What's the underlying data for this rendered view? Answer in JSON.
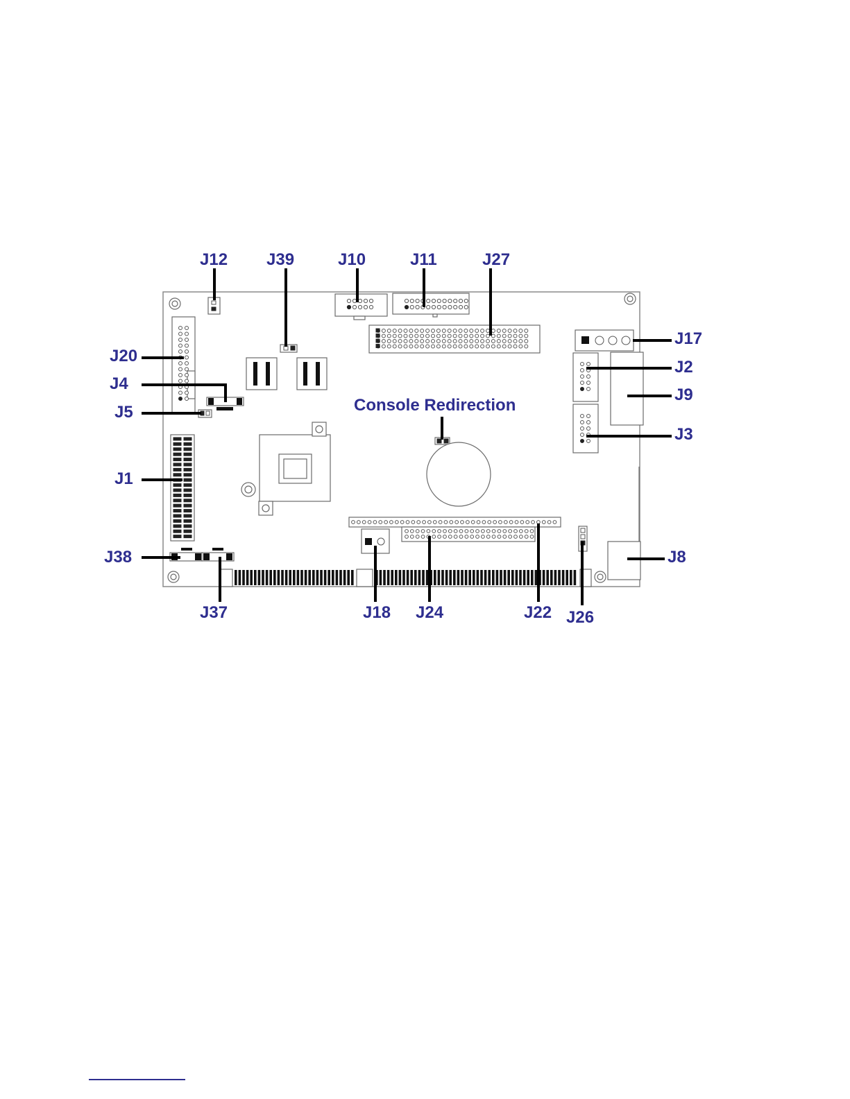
{
  "diagram": {
    "labels": {
      "j12": "J12",
      "j39": "J39",
      "j10": "J10",
      "j11": "J11",
      "j27": "J27",
      "j17": "J17",
      "j20": "J20",
      "j4": "J4",
      "j5": "J5",
      "j1": "J1",
      "j38": "J38",
      "j37": "J37",
      "j18": "J18",
      "j24": "J24",
      "j22": "J22",
      "j26": "J26",
      "j8": "J8",
      "j2": "J2",
      "j9": "J9",
      "j3": "J3",
      "console": "Console Redirection"
    }
  },
  "colors": {
    "label_text": "#2e2e8f",
    "leader_line": "#000000",
    "board_outline": "#8a8a8a"
  }
}
